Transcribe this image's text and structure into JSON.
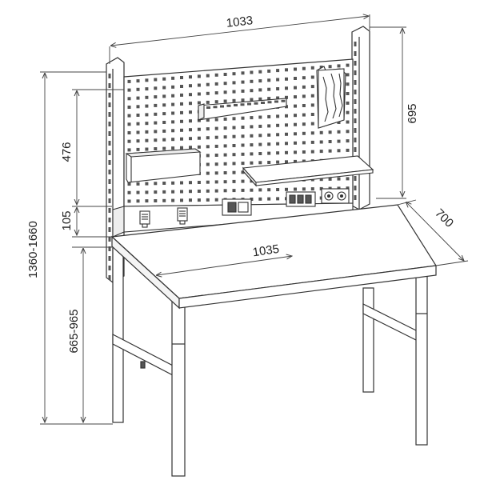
{
  "dimensions": {
    "top_width": "1033",
    "board_height": "695",
    "panel_height": "476",
    "rail_height": "105",
    "total_height": "1360-1660",
    "table_height": "665-965",
    "depth": "700",
    "table_width": "1035"
  },
  "colors": {
    "line": "#333333",
    "dim_line": "#444444",
    "fill": "#ffffff",
    "shade": "#e6e6e6",
    "hole": "#555555"
  }
}
